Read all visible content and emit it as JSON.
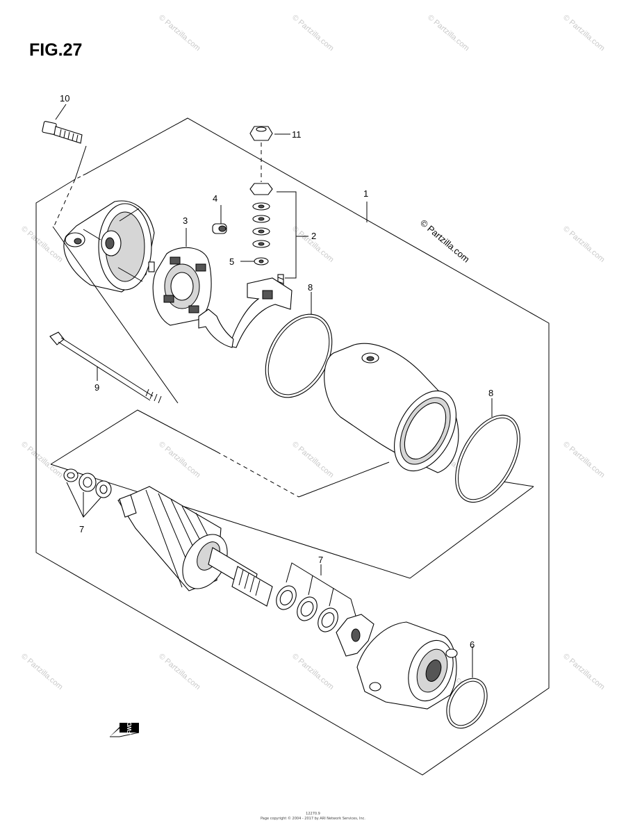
{
  "figure": {
    "title": "FIG.27"
  },
  "callouts": [
    {
      "id": "c1",
      "label": "1"
    },
    {
      "id": "c2",
      "label": "2"
    },
    {
      "id": "c3",
      "label": "3"
    },
    {
      "id": "c4",
      "label": "4"
    },
    {
      "id": "c5",
      "label": "5"
    },
    {
      "id": "c6",
      "label": "6"
    },
    {
      "id": "c7a",
      "label": "7"
    },
    {
      "id": "c7b",
      "label": "7"
    },
    {
      "id": "c8a",
      "label": "8"
    },
    {
      "id": "c8b",
      "label": "8"
    },
    {
      "id": "c9",
      "label": "9"
    },
    {
      "id": "c10",
      "label": "10"
    },
    {
      "id": "c11",
      "label": "11"
    }
  ],
  "fwd_label": "FWD",
  "watermark": {
    "brand": "© Partzilla.com"
  },
  "footer": {
    "code": "12270.9",
    "copyright": "Page copyright © 2004 - 2017 by ARI Network Services, Inc."
  }
}
